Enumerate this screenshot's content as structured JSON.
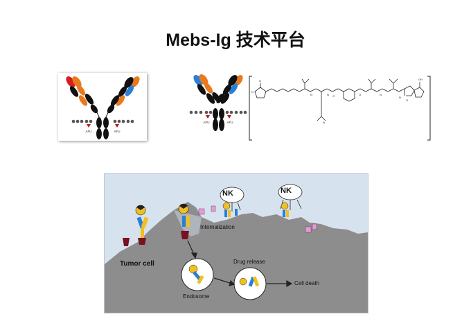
{
  "title": "Mebs-Ig 技术平台",
  "antibody_labels": {
    "left": "AFU",
    "right": "AFU",
    "adc_left": "AFU",
    "adc_right": "AFU"
  },
  "mechanism": {
    "nk_left": "NK",
    "nk_right": "NK",
    "internalization": "Internalization",
    "tumor_cell": "Tumor cell",
    "drug_release": "Drug release",
    "endosome": "Endosome",
    "cell_death": "Cell death"
  },
  "colors": {
    "heavy_chain": "#111111",
    "domain_orange": "#e87a1e",
    "domain_red": "#d81e1e",
    "domain_blue": "#2a7fd4",
    "domain_yellow": "#f0c020",
    "tumor_gray": "#8d8d8d",
    "panel_bg": "#d7e2ef",
    "receptor_pink": "#e89ad8"
  }
}
